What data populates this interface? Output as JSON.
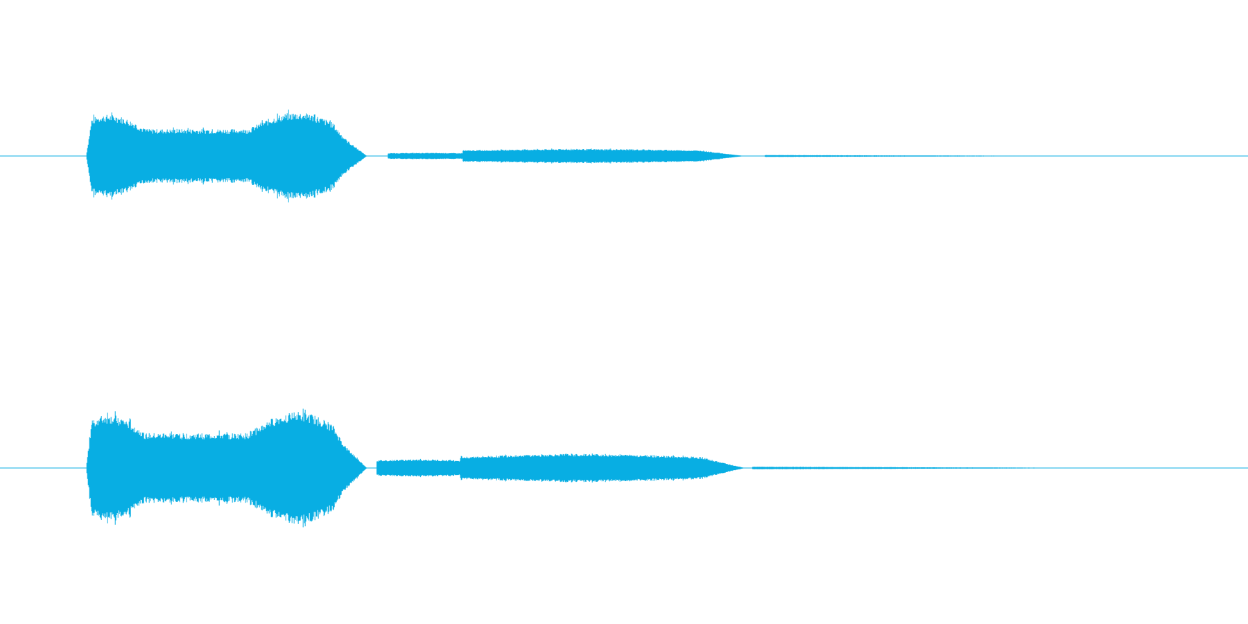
{
  "waveform": {
    "color": "#08aee3",
    "channels": [
      {
        "name": "top",
        "segments": [
          {
            "start": 0.069,
            "end": 0.294,
            "level": 0.28,
            "shape": "double-hump"
          },
          {
            "start": 0.311,
            "end": 0.371,
            "level": 0.02,
            "shape": "flat"
          },
          {
            "start": 0.371,
            "end": 0.597,
            "level": 0.045,
            "shape": "slow-swell"
          },
          {
            "start": 0.613,
            "end": 0.862,
            "level": 0.006,
            "shape": "fade"
          }
        ]
      },
      {
        "name": "bottom",
        "segments": [
          {
            "start": 0.069,
            "end": 0.294,
            "level": 0.36,
            "shape": "double-hump"
          },
          {
            "start": 0.302,
            "end": 0.369,
            "level": 0.055,
            "shape": "flat"
          },
          {
            "start": 0.369,
            "end": 0.597,
            "level": 0.09,
            "shape": "slow-swell"
          },
          {
            "start": 0.603,
            "end": 0.868,
            "level": 0.008,
            "shape": "fade"
          }
        ]
      }
    ]
  }
}
